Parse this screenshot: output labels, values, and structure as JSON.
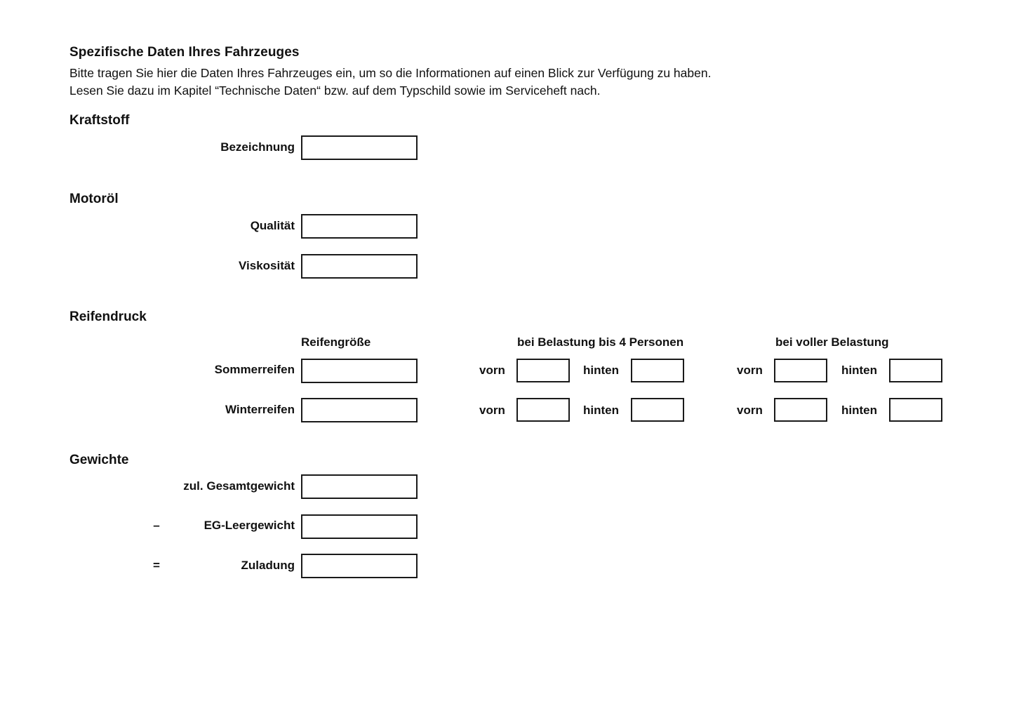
{
  "document": {
    "title": "Spezifische Daten Ihres Fahrzeuges",
    "intro_line1": "Bitte tragen Sie hier die Daten Ihres Fahrzeuges ein, um so die Informationen auf einen Blick zur Verfügung zu haben.",
    "intro_line2": "Lesen Sie dazu im Kapitel “Technische Daten“ bzw. auf dem Typschild sowie im Serviceheft nach."
  },
  "sections": {
    "kraftstoff": {
      "heading": "Kraftstoff",
      "fields": [
        {
          "label": "Bezeichnung",
          "value": ""
        }
      ]
    },
    "motoroel": {
      "heading": "Motoröl",
      "fields": [
        {
          "label": "Qualität",
          "value": ""
        },
        {
          "label": "Viskosität",
          "value": ""
        }
      ]
    },
    "reifendruck": {
      "heading": "Reifendruck",
      "column_headers": {
        "size": "Reifengröße",
        "load_4_persons": "bei Belastung bis 4 Personen",
        "full_load": "bei voller Belastung"
      },
      "axle_labels": {
        "front": "vorn",
        "rear": "hinten"
      },
      "rows": [
        {
          "label": "Sommerreifen",
          "size": "",
          "load4_front": "",
          "load4_rear": "",
          "full_front": "",
          "full_rear": ""
        },
        {
          "label": "Winterreifen",
          "size": "",
          "load4_front": "",
          "load4_rear": "",
          "full_front": "",
          "full_rear": ""
        }
      ]
    },
    "gewichte": {
      "heading": "Gewichte",
      "rows": [
        {
          "sign": "",
          "label": "zul. Gesamtgewicht",
          "value": ""
        },
        {
          "sign": "–",
          "label": "EG-Leergewicht",
          "value": ""
        },
        {
          "sign": "=",
          "label": "Zuladung",
          "value": ""
        }
      ]
    }
  }
}
